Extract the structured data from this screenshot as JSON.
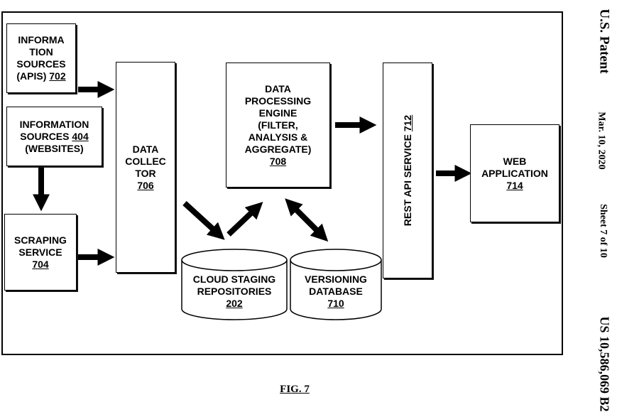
{
  "header": {
    "patent_office": "U.S. Patent",
    "date": "Mar. 10, 2020",
    "sheet": "Sheet 7 of 10",
    "patent_number": "US 10,586,069 B2"
  },
  "figure_label": "FIG. 7",
  "nodes": {
    "info_apis": {
      "lines": [
        "INFORMA",
        "TION",
        "SOURCES",
        "(APIS) "
      ],
      "ref": "702"
    },
    "info_websites": {
      "line1": "INFORMATION",
      "line2_text": "SOURCES ",
      "ref": "404",
      "line3": "(WEBSITES)"
    },
    "scraping": {
      "lines": [
        "SCRAPING",
        "SERVICE"
      ],
      "ref": "704"
    },
    "collector": {
      "lines": [
        "DATA",
        "COLLEC",
        "TOR"
      ],
      "ref": "706"
    },
    "processing": {
      "lines": [
        "DATA",
        "PROCESSING",
        "ENGINE",
        "(FILTER,",
        "ANALYSIS &",
        "AGGREGATE)"
      ],
      "ref": "708"
    },
    "cloud": {
      "lines": [
        "CLOUD STAGING",
        "REPOSITORIES"
      ],
      "ref": "202"
    },
    "versioning": {
      "lines": [
        "VERSIONING",
        "DATABASE"
      ],
      "ref": "710"
    },
    "rest": {
      "text": "REST API SERVICE ",
      "ref": "712"
    },
    "web": {
      "lines": [
        "WEB",
        "APPLICATION"
      ],
      "ref": "714"
    }
  }
}
